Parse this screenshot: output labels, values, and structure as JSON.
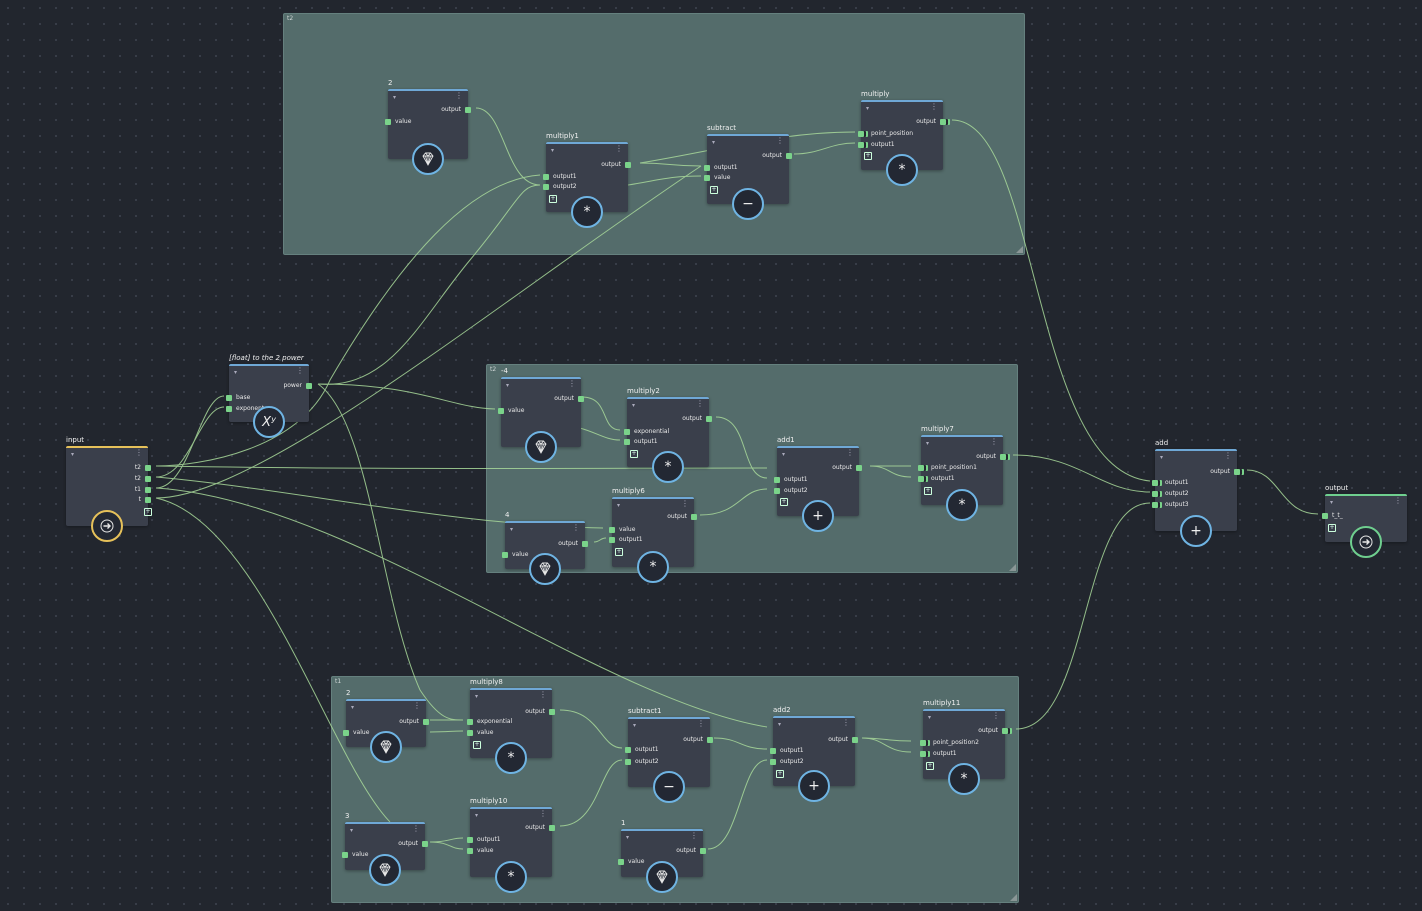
{
  "groups": [
    {
      "id": "g-top",
      "label": "t2"
    },
    {
      "id": "g-mid",
      "label": "t2"
    },
    {
      "id": "g-bot",
      "label": "t1"
    }
  ],
  "nodes": {
    "n_2a": {
      "title": "2",
      "ports_in": [
        "value"
      ],
      "ports_out": [
        "output"
      ]
    },
    "n_multiply1": {
      "title": "multiply1",
      "ports_in": [
        "output1",
        "output2"
      ],
      "ports_out": [
        "output"
      ]
    },
    "n_subtract": {
      "title": "subtract",
      "ports_in": [
        "output1",
        "value"
      ],
      "ports_out": [
        "output"
      ]
    },
    "n_multiply": {
      "title": "multiply",
      "ports_in": [
        "point_position",
        "output1"
      ],
      "ports_out": [
        "output"
      ]
    },
    "n_power": {
      "title": "[float] to the 2 power",
      "ports_in": [
        "base",
        "exponent"
      ],
      "ports_out": [
        "power"
      ],
      "icon": "Xʸ"
    },
    "n_input": {
      "title": "input",
      "ports_out": [
        "t2",
        "t2",
        "t1",
        "t"
      ]
    },
    "n_m4": {
      "title": "-4",
      "ports_in": [
        "value"
      ],
      "ports_out": [
        "output"
      ]
    },
    "n_multiply2": {
      "title": "multiply2",
      "ports_in": [
        "exponential",
        "output1"
      ],
      "ports_out": [
        "output"
      ]
    },
    "n_add1": {
      "title": "add1",
      "ports_in": [
        "output1",
        "output2"
      ],
      "ports_out": [
        "output"
      ]
    },
    "n_multiply7": {
      "title": "multiply7",
      "ports_in": [
        "point_position1",
        "output1"
      ],
      "ports_out": [
        "output"
      ]
    },
    "n_4": {
      "title": "4",
      "ports_in": [
        "value"
      ],
      "ports_out": [
        "output"
      ]
    },
    "n_multiply6": {
      "title": "multiply6",
      "ports_in": [
        "value",
        "output1"
      ],
      "ports_out": [
        "output"
      ]
    },
    "n_add": {
      "title": "add",
      "ports_in": [
        "output1",
        "output2",
        "output3"
      ],
      "ports_out": [
        "output"
      ]
    },
    "n_output": {
      "title": "output",
      "ports_in": [
        "t_t_"
      ]
    },
    "n_2b": {
      "title": "2",
      "ports_in": [
        "value"
      ],
      "ports_out": [
        "output"
      ]
    },
    "n_multiply8": {
      "title": "multiply8",
      "ports_in": [
        "exponential",
        "value"
      ],
      "ports_out": [
        "output"
      ]
    },
    "n_subtract1": {
      "title": "subtract1",
      "ports_in": [
        "output1",
        "output2"
      ],
      "ports_out": [
        "output"
      ]
    },
    "n_add2": {
      "title": "add2",
      "ports_in": [
        "output1",
        "output2"
      ],
      "ports_out": [
        "output"
      ]
    },
    "n_multiply11": {
      "title": "multiply11",
      "ports_in": [
        "point_position2",
        "output1"
      ],
      "ports_out": [
        "output"
      ]
    },
    "n_3": {
      "title": "3",
      "ports_in": [
        "value"
      ],
      "ports_out": [
        "output"
      ]
    },
    "n_multiply10": {
      "title": "multiply10",
      "ports_in": [
        "output1",
        "value"
      ],
      "ports_out": [
        "output"
      ]
    },
    "n_1": {
      "title": "1",
      "ports_in": [
        "value"
      ],
      "ports_out": [
        "output"
      ]
    }
  },
  "icons": {
    "multiply": "*",
    "subtract": "−",
    "add": "+",
    "constant": "diamond-icon",
    "input": "arrow-right-icon",
    "output": "arrow-right-icon"
  },
  "colors": {
    "accent": "#6fb4e3",
    "wire": "#a8d99a",
    "group": "#546c6b",
    "input_accent": "#e6c15a",
    "output_accent": "#6fcf8f"
  }
}
